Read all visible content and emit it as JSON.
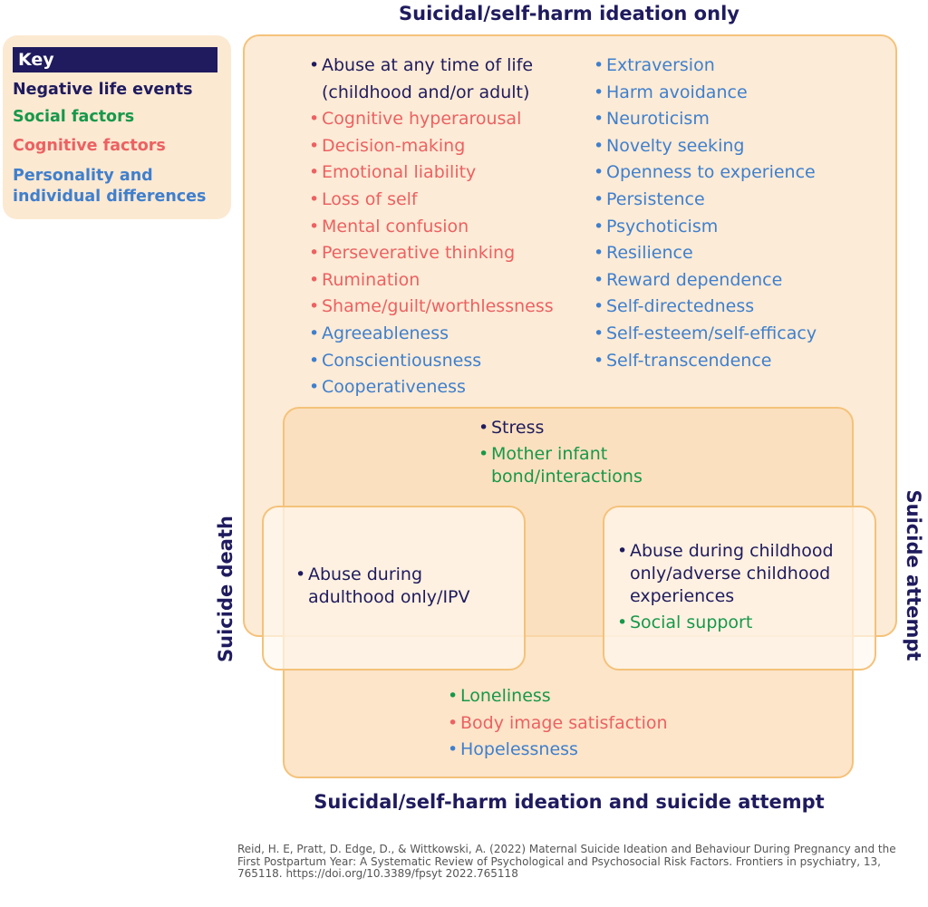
{
  "titles": {
    "top": "Suicidal/self-harm ideation only",
    "bottom": "Suicidal/self-harm ideation and suicide attempt",
    "left": "Suicide death",
    "right": "Suicide attempt"
  },
  "key": {
    "title": "Key",
    "items": [
      {
        "label": "Negative life events",
        "color": "#1f1b5e"
      },
      {
        "label": "Social factors",
        "color": "#17984a"
      },
      {
        "label": "Cognitive factors",
        "color": "#ec6162"
      },
      {
        "label": "Personality and individual differences",
        "color": "#3f7fcd"
      }
    ]
  },
  "ideation_only": {
    "left_column": [
      {
        "text": "Abuse at any time of life (childhood and/or adult)",
        "category": "negative"
      },
      {
        "text": "Cognitive hyperarousal",
        "category": "cognitive"
      },
      {
        "text": "Decision-making",
        "category": "cognitive"
      },
      {
        "text": "Emotional liability",
        "category": "cognitive"
      },
      {
        "text": "Loss of self",
        "category": "cognitive"
      },
      {
        "text": "Mental confusion",
        "category": "cognitive"
      },
      {
        "text": "Perseverative thinking",
        "category": "cognitive"
      },
      {
        "text": "Rumination",
        "category": "cognitive"
      },
      {
        "text": "Shame/guilt/worthlessness",
        "category": "cognitive"
      },
      {
        "text": "Agreeableness",
        "category": "personality"
      },
      {
        "text": "Conscientiousness",
        "category": "personality"
      },
      {
        "text": "Cooperativeness",
        "category": "personality"
      }
    ],
    "right_column": [
      {
        "text": "Extraversion",
        "category": "personality"
      },
      {
        "text": "Harm avoidance",
        "category": "personality"
      },
      {
        "text": "Neuroticism",
        "category": "personality"
      },
      {
        "text": "Novelty seeking",
        "category": "personality"
      },
      {
        "text": "Openness to experience",
        "category": "personality"
      },
      {
        "text": "Persistence",
        "category": "personality"
      },
      {
        "text": "Psychoticism",
        "category": "personality"
      },
      {
        "text": "Resilience",
        "category": "personality"
      },
      {
        "text": "Reward dependence",
        "category": "personality"
      },
      {
        "text": "Self-directedness",
        "category": "personality"
      },
      {
        "text": "Self-esteem/self-efficacy",
        "category": "personality"
      },
      {
        "text": "Self-transcendence",
        "category": "personality"
      }
    ]
  },
  "overlap_center": [
    {
      "text": "Stress",
      "category": "negative"
    },
    {
      "text": "Mother infant bond/interactions",
      "category": "social"
    }
  ],
  "suicide_death": [
    {
      "text": "Abuse during adulthood only/IPV",
      "category": "negative"
    }
  ],
  "suicide_attempt": [
    {
      "text": "Abuse during childhood only/adverse childhood experiences",
      "category": "negative"
    },
    {
      "text": "Social support",
      "category": "social"
    }
  ],
  "ideation_and_attempt": [
    {
      "text": "Loneliness",
      "category": "social"
    },
    {
      "text": "Body image satisfaction",
      "category": "cognitive"
    },
    {
      "text": "Hopelessness",
      "category": "personality"
    }
  ],
  "citation": "Reid, H. E, Pratt, D. Edge, D., & Wittkowski, A. (2022) Maternal Suicide Ideation and Behaviour During Pregnancy and the First Postpartum Year: A Systematic Review of Psychological and Psychosocial Risk Factors. Frontiers in psychiatry, 13, 765118. https://doi.org/10.3389/fpsyt 2022.765118"
}
